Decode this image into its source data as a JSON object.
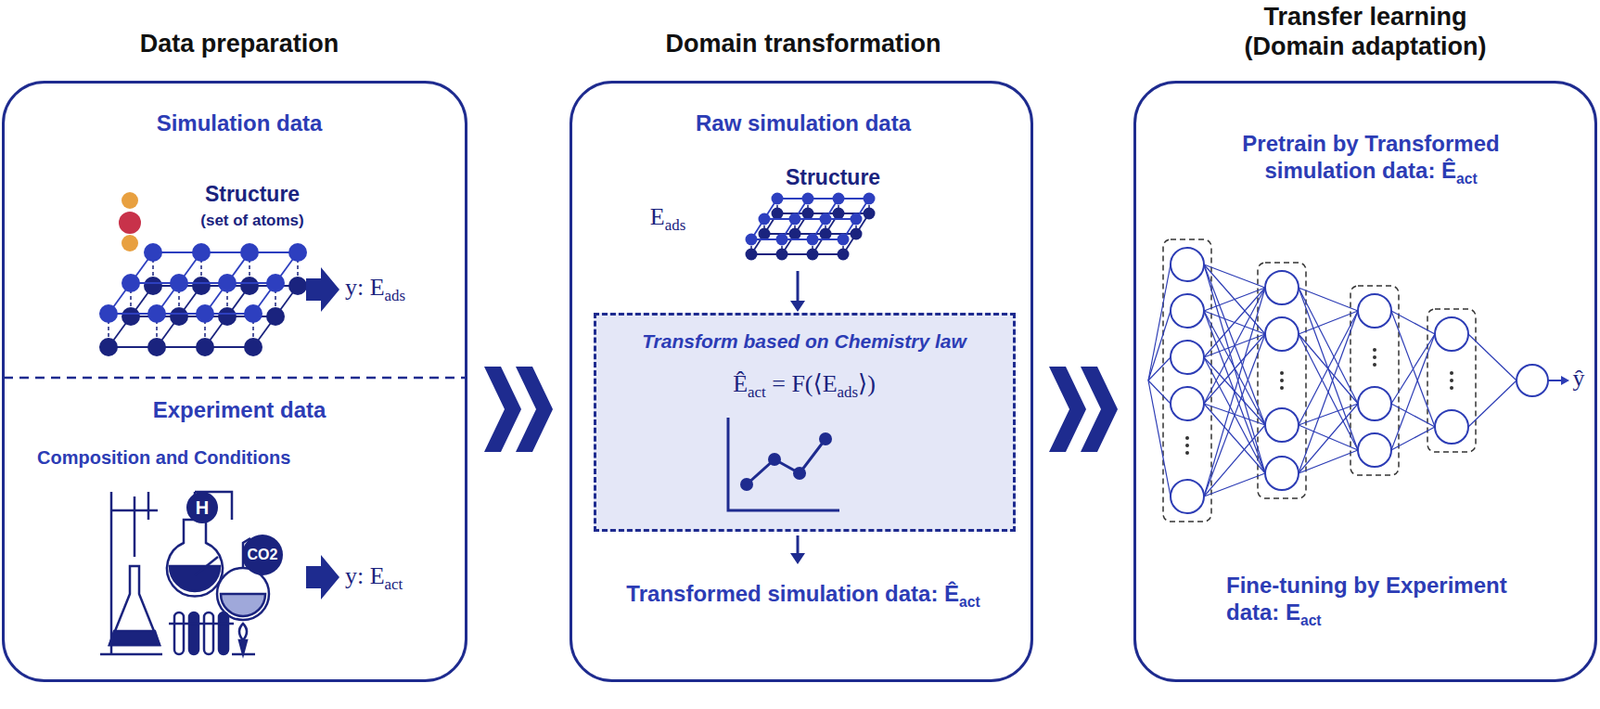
{
  "diagram": {
    "nodes": [
      {
        "text": [
          "Data preparation",
          "Simulation data",
          "Structure",
          "(set of atoms)",
          "y: Eads",
          "Experiment data",
          "Composition and Conditions",
          "y: Eact"
        ]
      },
      {
        "text": [
          "Domain transformation",
          "Raw simulation data",
          "Structure",
          "Eads",
          "Transformed simulation data: Êact"
        ]
      },
      {
        "text": [
          "Transform based on Chemistry law",
          "Êact = F(⟨Eads⟩)"
        ],
        "in": 1
      },
      {
        "text": [
          "Transfer learning (Domain adaptation)",
          "Pretrain by Transformed simulation data: Êact",
          "Fine-tuning by Experiment data: Eact",
          "ŷ"
        ]
      }
    ],
    "edges": [
      {
        "from": 0,
        "to": 1,
        "arrow": "to"
      },
      {
        "from": 1,
        "to": 3,
        "arrow": "to"
      }
    ],
    "labels": [
      "H",
      "CO2"
    ]
  }
}
